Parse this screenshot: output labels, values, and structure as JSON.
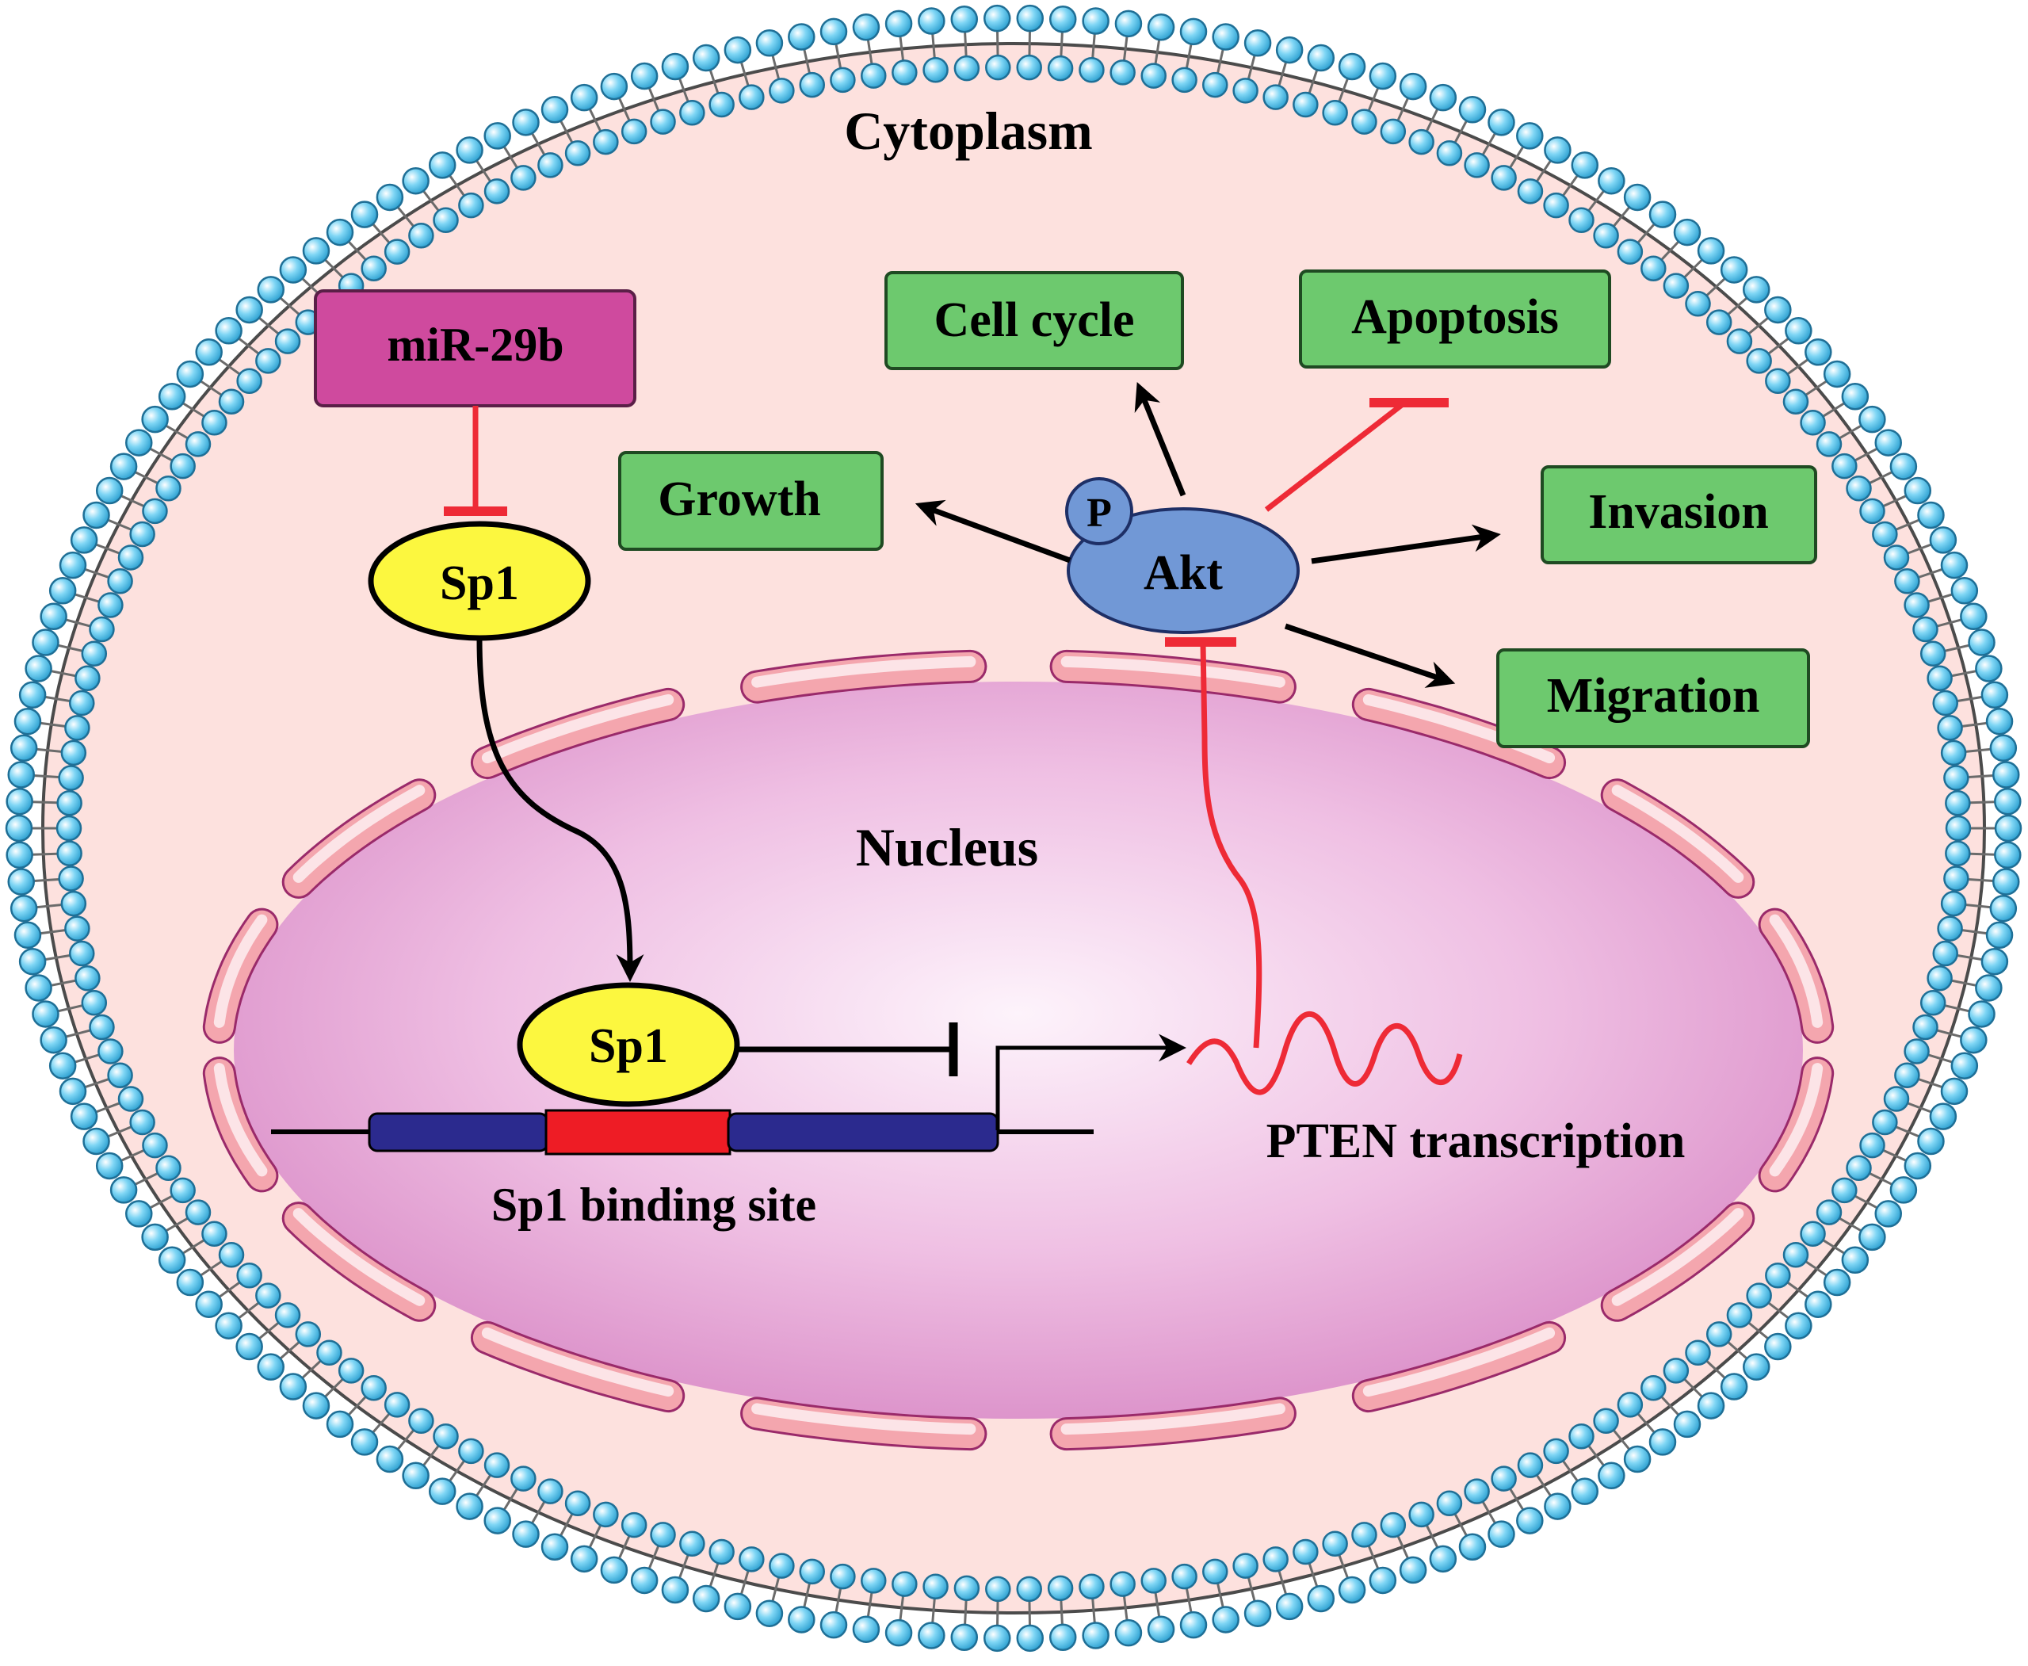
{
  "regions": {
    "cytoplasm": "Cytoplasm",
    "nucleus": "Nucleus"
  },
  "nodes": {
    "mir29b": "miR-29b",
    "sp1_cyto": "Sp1",
    "sp1_nuc": "Sp1",
    "akt": "Akt",
    "phospho": "P",
    "sp1_binding_site": "Sp1 binding site",
    "pten_transcription": "PTEN transcription"
  },
  "outcomes": {
    "cell_cycle": "Cell cycle",
    "apoptosis": "Apoptosis",
    "growth": "Growth",
    "invasion": "Invasion",
    "migration": "Migration"
  },
  "colors": {
    "cytoplasm_fill": "#fde1de",
    "membrane_bead": "#5cc7ee",
    "nucleus_fill": "#e6a8d6",
    "envelope": "#e8606c",
    "mir29b_box": "#cf4a9e",
    "sp1": "#fcf73f",
    "akt": "#7198d6",
    "outcome_box": "#6dc96e",
    "inhibition": "#ee2a36",
    "activation": "#000000",
    "dna_strand": "#2b2a8e",
    "binding_site": "#ee1c25"
  }
}
